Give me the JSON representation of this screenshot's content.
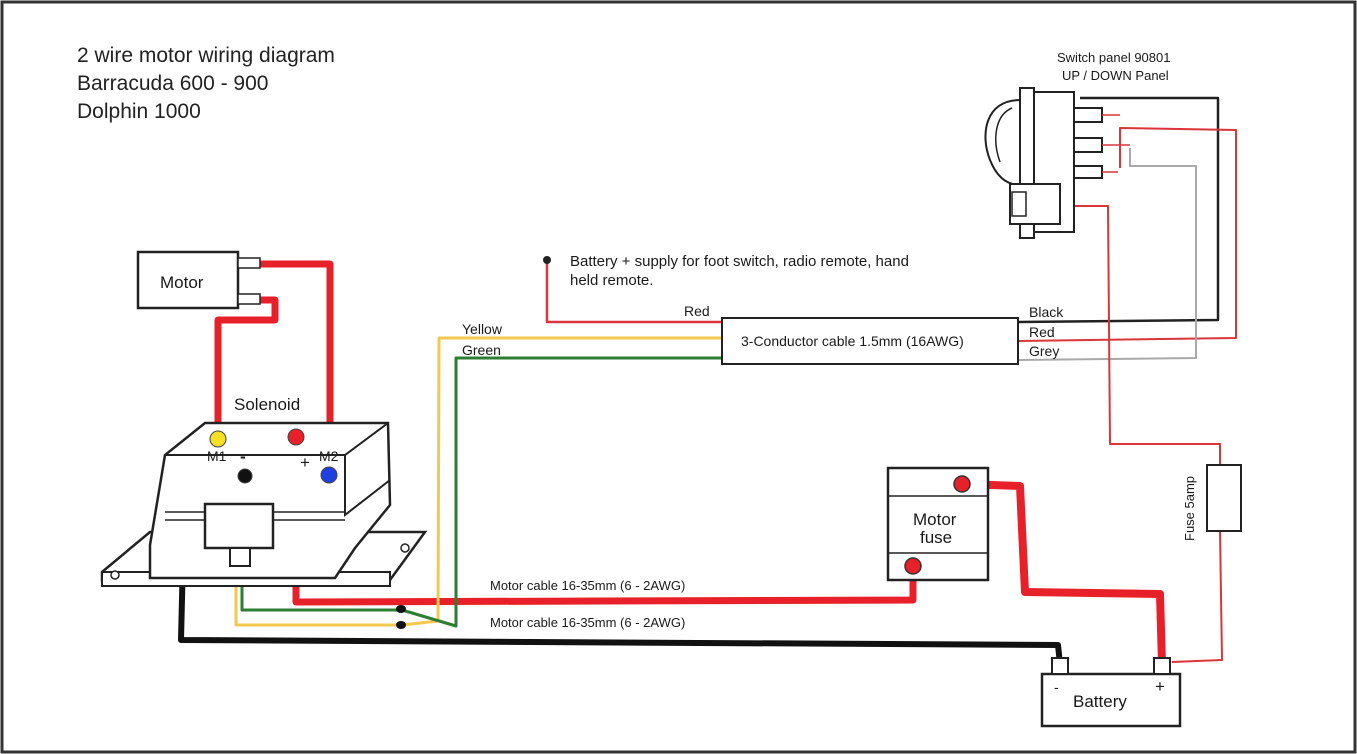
{
  "title": {
    "line1": "2 wire motor wiring diagram",
    "line2": "Barracuda 600 - 900",
    "line3": "Dolphin 1000"
  },
  "components": {
    "motor": "Motor",
    "solenoid": "Solenoid",
    "motor_fuse_line1": "Motor",
    "motor_fuse_line2": "fuse",
    "battery": "Battery",
    "fuse_5amp": "Fuse 5amp",
    "cable_box": "3-Conductor cable 1.5mm (16AWG)",
    "switch_panel_line1": "Switch panel 90801",
    "switch_panel_line2": "UP / DOWN Panel"
  },
  "terminals": {
    "m1": "M1",
    "m2": "M2",
    "minus": "-",
    "plus": "+",
    "battery_minus": "-",
    "battery_plus": "+"
  },
  "wires": {
    "red": "Red",
    "yellow": "Yellow",
    "green": "Green",
    "black": "Black",
    "red_right": "Red",
    "grey": "Grey"
  },
  "notes": {
    "battery_supply_line1": "Battery + supply for foot switch, radio remote, hand",
    "battery_supply_line2": "held remote.",
    "motor_cable_1": "Motor cable 16-35mm (6 - 2AWG)",
    "motor_cable_2": "Motor cable 16-35mm (6 - 2AWG)"
  },
  "colors": {
    "heavy_red": "#e8202a",
    "thin_red": "#d9353a",
    "yellow": "#f2c94c",
    "green": "#2e7d32",
    "black": "#111111",
    "grey": "#a9a9a9",
    "terminal_yellow": "#f5e027",
    "terminal_blue": "#1f3fe0",
    "terminal_red": "#e8202a"
  }
}
